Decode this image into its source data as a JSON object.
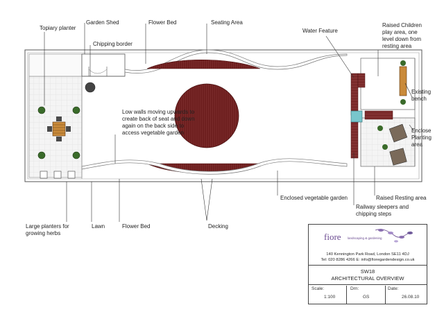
{
  "labels": {
    "topiary_planter": "Topiary planter",
    "garden_shed": "Garden Shed",
    "chipping_border": "Chipping border",
    "flower_bed_top": "Flower Bed",
    "seating_area": "Seating Area",
    "water_feature": "Water Feature",
    "raised_children_play_area": "Raised Children play area, one level down from resting area",
    "existing_bench": "Existing bench",
    "enclose_planting_area": "Enclose Planting area",
    "low_walls": "Low walls moving upwards to create back of seat and down again on the back side to access vegetable garden",
    "enclosed_vegetable_garden": "Enclosed vegetable garden",
    "raised_resting_area": "Raised Resting area",
    "railway_sleepers": "Railway sleepers and chipping steps",
    "large_planters": "Large planters for growing herbs",
    "lawn": "Lawn",
    "flower_bed_bottom": "Flower Bed",
    "decking": "Decking"
  },
  "title_block": {
    "logo_name": "fiore",
    "logo_tagline": "landscaping & gardening",
    "address": "140 Kennington Park Road, London SE11 4DJ",
    "contact": "Tel: 020 8286 4266  E: info@fioregardendesign.co.uk",
    "drawing_number": "SW18",
    "drawing_title": "ARCHITECTURAL OVERVIEW",
    "scale_label": "Scale:",
    "scale_value": "1:100",
    "drawn_label": "Drn:",
    "drawn_value": "GS",
    "date_label": "Date:",
    "date_value": "26.08.10"
  },
  "colors": {
    "decking": "#6e1f1f",
    "paving": "#eeeeee",
    "planting": "#3a6b2a",
    "water": "#78c6cc",
    "leaf": "#8a6fb0"
  }
}
